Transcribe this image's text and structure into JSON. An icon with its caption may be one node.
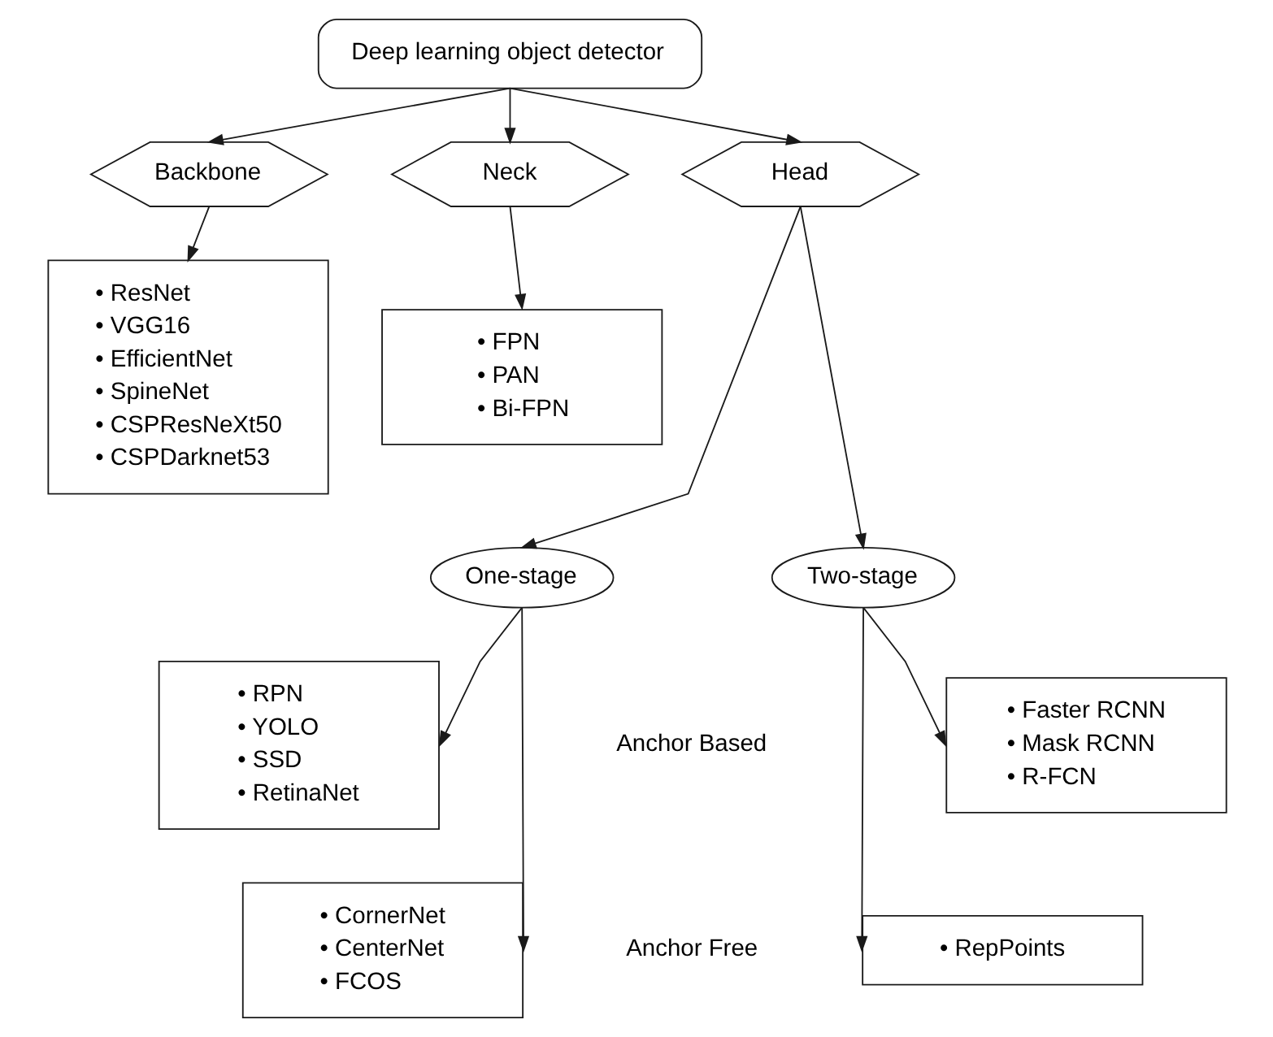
{
  "diagram": {
    "nodes": [
      {
        "text": [
          "Deep learning object detector"
        ]
      },
      {
        "text": [
          "Backbone"
        ]
      },
      {
        "text": [
          "Neck"
        ]
      },
      {
        "text": [
          "Head"
        ]
      },
      {
        "text": [
          "• ResNet",
          "• VGG16",
          "• EfficientNet",
          "• SpineNet",
          "• CSPResNeXt50",
          "• CSPDarknet53"
        ]
      },
      {
        "text": [
          "• FPN",
          "• PAN",
          "• Bi-FPN"
        ]
      },
      {
        "text": [
          "One-stage"
        ]
      },
      {
        "text": [
          "Two-stage"
        ]
      },
      {
        "text": [
          "• RPN",
          "• YOLO",
          "• SSD",
          "• RetinaNet"
        ]
      },
      {
        "text": [
          "• Faster RCNN",
          "• Mask RCNN",
          "• R-FCN"
        ]
      },
      {
        "text": [
          "• CornerNet",
          "• CenterNet",
          "• FCOS"
        ]
      },
      {
        "text": [
          "• RepPoints"
        ]
      }
    ],
    "edges": [
      {
        "from": 0,
        "to": 1,
        "arrow": "to"
      },
      {
        "from": 0,
        "to": 2,
        "arrow": "to"
      },
      {
        "from": 0,
        "to": 3,
        "arrow": "to"
      },
      {
        "from": 1,
        "to": 4,
        "arrow": "to"
      },
      {
        "from": 2,
        "to": 5,
        "arrow": "to"
      },
      {
        "from": 3,
        "to": 6,
        "arrow": "to"
      },
      {
        "from": 3,
        "to": 7,
        "arrow": "to"
      },
      {
        "from": 6,
        "to": 8,
        "arrow": "to"
      },
      {
        "from": 6,
        "to": 10,
        "arrow": "to"
      },
      {
        "from": 7,
        "to": 9,
        "arrow": "to"
      },
      {
        "from": 7,
        "to": 11,
        "arrow": "to"
      }
    ],
    "labels": [
      "Anchor Based",
      "Anchor Free"
    ]
  }
}
